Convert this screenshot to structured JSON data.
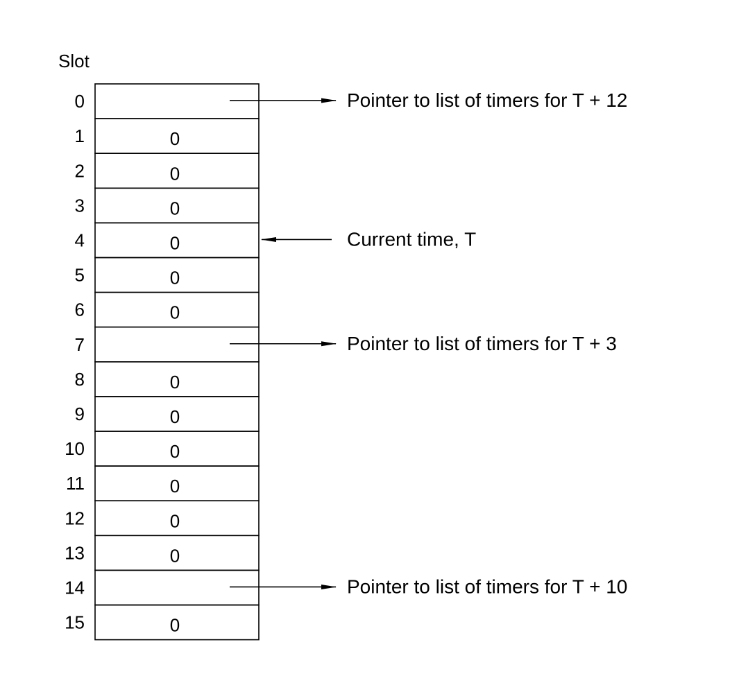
{
  "header": {
    "label": "Slot"
  },
  "slots": [
    {
      "index": "0",
      "value": ""
    },
    {
      "index": "1",
      "value": "0"
    },
    {
      "index": "2",
      "value": "0"
    },
    {
      "index": "3",
      "value": "0"
    },
    {
      "index": "4",
      "value": "0"
    },
    {
      "index": "5",
      "value": "0"
    },
    {
      "index": "6",
      "value": "0"
    },
    {
      "index": "7",
      "value": ""
    },
    {
      "index": "8",
      "value": "0"
    },
    {
      "index": "9",
      "value": "0"
    },
    {
      "index": "10",
      "value": "0"
    },
    {
      "index": "11",
      "value": "0"
    },
    {
      "index": "12",
      "value": "0"
    },
    {
      "index": "13",
      "value": "0"
    },
    {
      "index": "14",
      "value": ""
    },
    {
      "index": "15",
      "value": "0"
    }
  ],
  "annotations": [
    {
      "slot": 0,
      "direction": "out",
      "text": "Pointer to list of timers for T + 12"
    },
    {
      "slot": 4,
      "direction": "in",
      "text": "Current time, T"
    },
    {
      "slot": 7,
      "direction": "out",
      "text": "Pointer to list of timers for T + 3"
    },
    {
      "slot": 14,
      "direction": "out",
      "text": "Pointer to list of timers for T + 10"
    }
  ]
}
